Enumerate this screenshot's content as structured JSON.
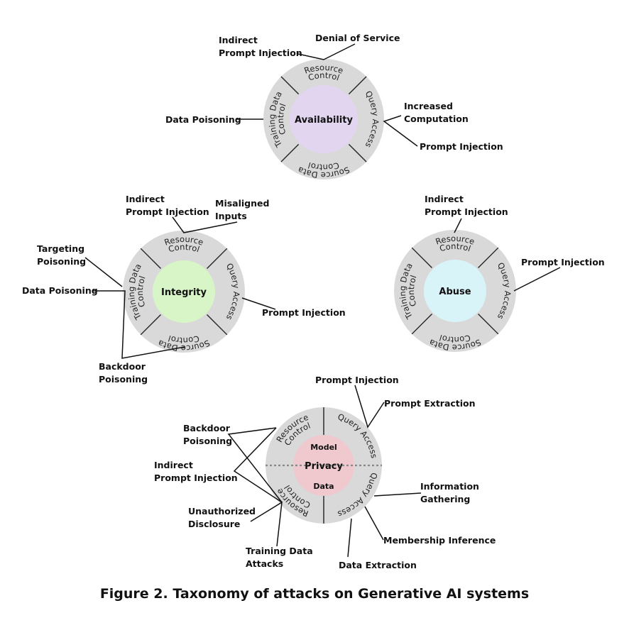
{
  "caption": "Figure 2.  Taxonomy of attacks on Generative AI systems",
  "colors": {
    "ring": "#d9d9d9",
    "availability": "#e2d5ef",
    "integrity": "#d8f5c8",
    "abuse": "#d9f4f8",
    "privacy": "#efc9ce",
    "line": "#111111"
  },
  "ring_labels": {
    "resource": [
      "Resource",
      "Control"
    ],
    "query": "Query Access",
    "source": [
      "Source Data",
      "Control"
    ],
    "training": [
      "Training Data",
      "Control"
    ]
  },
  "circles": {
    "availability": {
      "title": "Availability",
      "attacks": {
        "indirect_prompt_injection": [
          "Indirect",
          "Prompt Injection"
        ],
        "denial_of_service": [
          "Denial of Service"
        ],
        "data_poisoning": [
          "Data Poisoning"
        ],
        "increased_computation": [
          "Increased",
          "Computation"
        ],
        "prompt_injection": [
          "Prompt Injection"
        ]
      }
    },
    "integrity": {
      "title": "Integrity",
      "attacks": {
        "indirect_prompt_injection": [
          "Indirect",
          "Prompt Injection"
        ],
        "misaligned_inputs": [
          "Misaligned",
          "Inputs"
        ],
        "targeting_poisoning": [
          "Targeting",
          "Poisoning"
        ],
        "data_poisoning": [
          "Data Poisoning"
        ],
        "prompt_injection": [
          "Prompt Injection"
        ],
        "backdoor_poisoning": [
          "Backdoor",
          "Poisoning"
        ]
      }
    },
    "abuse": {
      "title": "Abuse",
      "attacks": {
        "indirect_prompt_injection": [
          "Indirect",
          "Prompt Injection"
        ],
        "prompt_injection": [
          "Prompt Injection"
        ]
      }
    },
    "privacy": {
      "title": "Privacy",
      "top": "Model",
      "bottom": "Data",
      "attacks": {
        "prompt_injection": [
          "Prompt Injection"
        ],
        "prompt_extraction": [
          "Prompt Extraction"
        ],
        "backdoor_poisoning": [
          "Backdoor",
          "Poisoning"
        ],
        "indirect_prompt_injection": [
          "Indirect",
          "Prompt Injection"
        ],
        "unauthorized_disclosure": [
          "Unauthorized",
          "Disclosure"
        ],
        "training_data_attacks": [
          "Training Data",
          "Attacks"
        ],
        "information_gathering": [
          "Information",
          "Gathering"
        ],
        "membership_inference": [
          "Membership Inference"
        ],
        "data_extraction": [
          "Data Extraction"
        ]
      }
    }
  }
}
